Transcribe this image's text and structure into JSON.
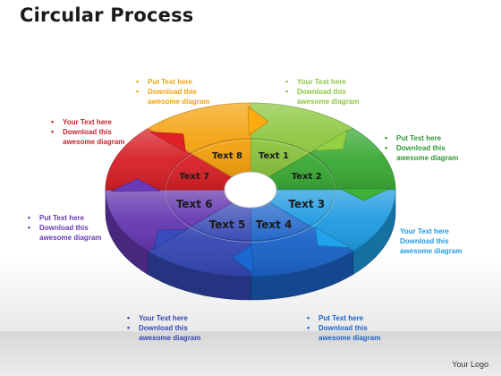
{
  "title": "Circular Process",
  "segments": [
    {
      "label": "Text 1",
      "color": "#8cc63f"
    },
    {
      "label": "Text 2",
      "color": "#3aa935"
    },
    {
      "label": "Text 3",
      "color": "#1e9be0"
    },
    {
      "label": "Text 4",
      "color": "#1a63c8"
    },
    {
      "label": "Text 5",
      "color": "#3447b3"
    },
    {
      "label": "Text 6",
      "color": "#6436b0"
    },
    {
      "label": "Text 7",
      "color": "#d61f26"
    },
    {
      "label": "Text 8",
      "color": "#f5a20f"
    }
  ],
  "callouts": [
    {
      "color": "#f5a20f",
      "line1": "Put Text  here",
      "line2": "Download this",
      "line3": "awesome diagram"
    },
    {
      "color": "#8cc63f",
      "line1": "Your Text here",
      "line2": "Download this",
      "line3": "awesome diagram"
    },
    {
      "color": "#c0272d",
      "line1": "Your Text  here",
      "line2": "Download this",
      "line3": "awesome diagram"
    },
    {
      "color": "#2e9a36",
      "line1": "Put Text here",
      "line2": "Download this",
      "line3": "awesome diagram"
    },
    {
      "color": "#6a3ab2",
      "line1": "Put Text  here",
      "line2": "Download this",
      "line3": "awesome diagram"
    },
    {
      "color": "#1e9be0",
      "line1": "Your Text here",
      "line2": "Download this",
      "line3": "awesome diagram"
    },
    {
      "color": "#3447b3",
      "line1": "Your Text here",
      "line2": "Download this",
      "line3": "awesome diagram"
    },
    {
      "color": "#1a63c8",
      "line1": "Put Text here",
      "line2": "Download this",
      "line3": "awesome diagram"
    }
  ],
  "logo": "Your Logo"
}
